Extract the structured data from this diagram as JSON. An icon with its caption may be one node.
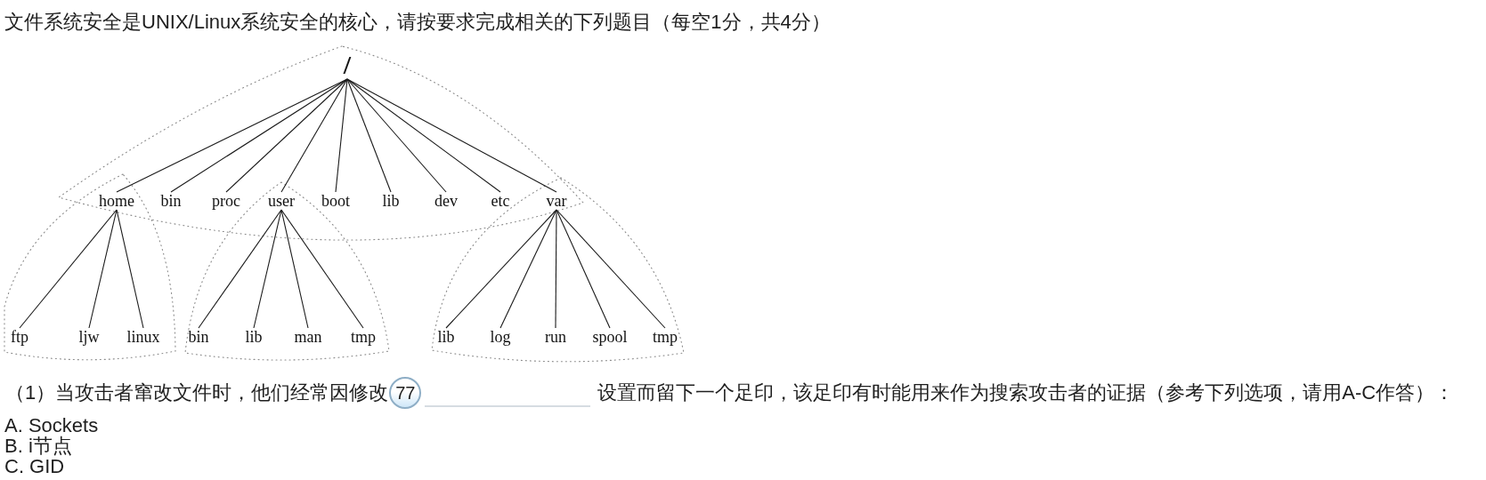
{
  "diagram": {
    "title": "文件系统安全是UNIX/Linux系统安全的核心，请按要求完成相关的下列题目（每空1分，共4分）",
    "nodes": [
      {
        "text": [
          "/"
        ]
      },
      {
        "text": [
          "home"
        ]
      },
      {
        "text": [
          "bin"
        ]
      },
      {
        "text": [
          "proc"
        ]
      },
      {
        "text": [
          "user"
        ]
      },
      {
        "text": [
          "boot"
        ]
      },
      {
        "text": [
          "lib"
        ]
      },
      {
        "text": [
          "dev"
        ]
      },
      {
        "text": [
          "etc"
        ]
      },
      {
        "text": [
          "var"
        ]
      },
      {
        "text": [
          "ftp"
        ]
      },
      {
        "text": [
          "ljw"
        ]
      },
      {
        "text": [
          "linux"
        ]
      },
      {
        "text": [
          "bin"
        ]
      },
      {
        "text": [
          "lib"
        ]
      },
      {
        "text": [
          "man"
        ]
      },
      {
        "text": [
          "tmp"
        ]
      },
      {
        "text": [
          "lib"
        ]
      },
      {
        "text": [
          "log"
        ]
      },
      {
        "text": [
          "run"
        ]
      },
      {
        "text": [
          "spool"
        ]
      },
      {
        "text": [
          "tmp"
        ]
      }
    ],
    "edges": [
      {
        "from": 0,
        "to": 1,
        "arrow": "none"
      },
      {
        "from": 0,
        "to": 2,
        "arrow": "none"
      },
      {
        "from": 0,
        "to": 3,
        "arrow": "none"
      },
      {
        "from": 0,
        "to": 4,
        "arrow": "none"
      },
      {
        "from": 0,
        "to": 5,
        "arrow": "none"
      },
      {
        "from": 0,
        "to": 6,
        "arrow": "none"
      },
      {
        "from": 0,
        "to": 7,
        "arrow": "none"
      },
      {
        "from": 0,
        "to": 8,
        "arrow": "none"
      },
      {
        "from": 0,
        "to": 9,
        "arrow": "none"
      },
      {
        "from": 1,
        "to": 10,
        "arrow": "none"
      },
      {
        "from": 1,
        "to": 11,
        "arrow": "none"
      },
      {
        "from": 1,
        "to": 12,
        "arrow": "none"
      },
      {
        "from": 4,
        "to": 13,
        "arrow": "none"
      },
      {
        "from": 4,
        "to": 14,
        "arrow": "none"
      },
      {
        "from": 4,
        "to": 15,
        "arrow": "none"
      },
      {
        "from": 4,
        "to": 16,
        "arrow": "none"
      },
      {
        "from": 9,
        "to": 17,
        "arrow": "none"
      },
      {
        "from": 9,
        "to": 18,
        "arrow": "none"
      },
      {
        "from": 9,
        "to": 19,
        "arrow": "none"
      },
      {
        "from": 9,
        "to": 20,
        "arrow": "none"
      },
      {
        "from": 9,
        "to": 21,
        "arrow": "none"
      }
    ],
    "labels": [
      "（1）当攻击者窜改文件时，他们经常因修改",
      "77",
      "设置而留下一个足印，该足印有时能用来作为搜索攻击者的证据（参考下列选项，请用A-C作答）：",
      "A. Sockets",
      "B. i节点",
      "C. GID"
    ]
  }
}
